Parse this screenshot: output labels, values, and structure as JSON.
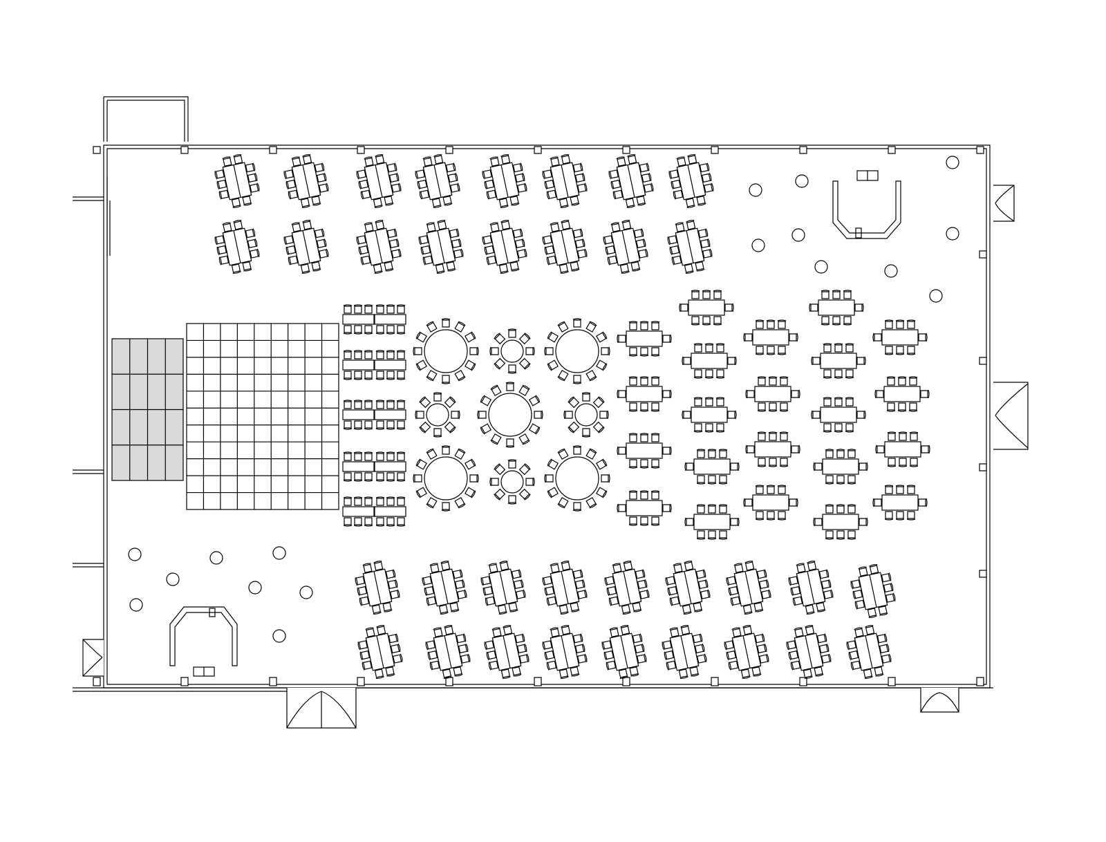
{
  "plan": {
    "type": "banquet-floor-plan",
    "colors": {
      "line": "#000000",
      "stage_fill": "#d9d9d9",
      "background": "#ffffff",
      "table_fill": "#ffffff"
    },
    "counts": {
      "rotated_rect_tables_10_seat": 34,
      "rect_tables_8_seat": 22,
      "banquet_table_pairs_6_seat": 10,
      "round_tables_12_seat": 5,
      "round_tables_8_seat": 4,
      "cocktail_tables": 17,
      "bars": 2,
      "stage_sections": 16,
      "dance_floor_panels": 99
    }
  }
}
